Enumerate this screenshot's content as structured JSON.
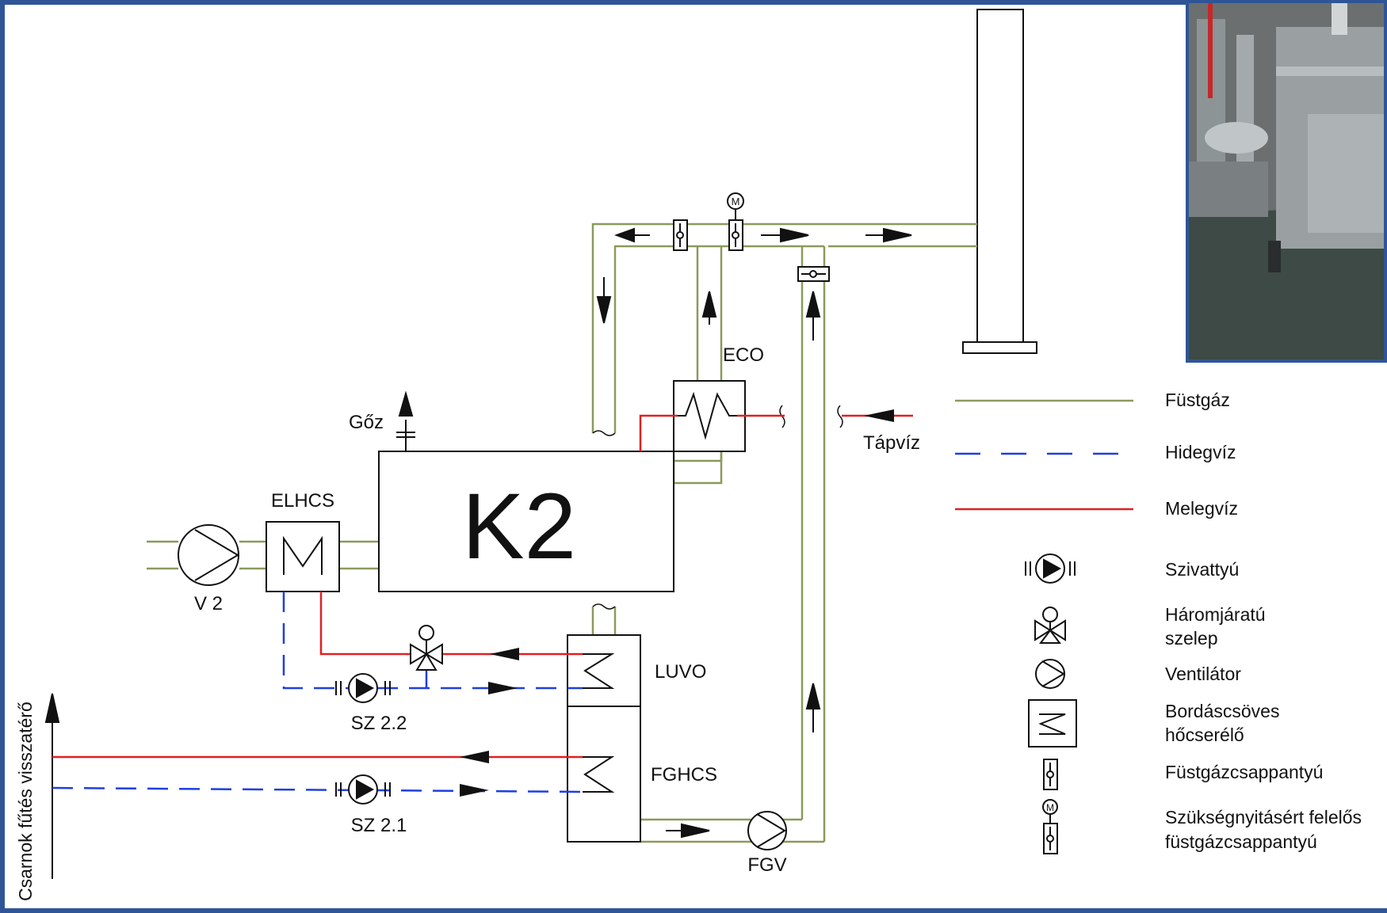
{
  "labels": {
    "goz": "Gőz",
    "k2": "K2",
    "elhcs": "ELHCS",
    "v2": "V 2",
    "eco": "ECO",
    "tapviz": "Tápvíz",
    "luvo": "LUVO",
    "fghcs": "FGHCS",
    "fgv": "FGV",
    "sz22": "SZ 2.2",
    "sz21": "SZ 2.1",
    "return_line": "Csarnok fűtés visszatérő",
    "motor_m": "M"
  },
  "legend": {
    "fustgaz": "Füstgáz",
    "hidegviz": "Hidegvíz",
    "melegviz": "Melegvíz",
    "szivattyu": "Szivattyú",
    "haromjaratu_1": "Háromjáratú",
    "haromjaratu_2": "szelep",
    "ventilator": "Ventilátor",
    "bordas_1": "Bordáscsöves",
    "bordas_2": "hőcserélő",
    "fustgazcsap": "Füstgázcsappantyú",
    "szukseg_1": "Szükségnyitásért felelős",
    "szukseg_2": "füstgázcsappantyú"
  },
  "colors": {
    "flue_gas": "#8a9a5b",
    "cold_water": "#1f3fe0",
    "hot_water": "#e02020",
    "frame": "#2f5597"
  }
}
